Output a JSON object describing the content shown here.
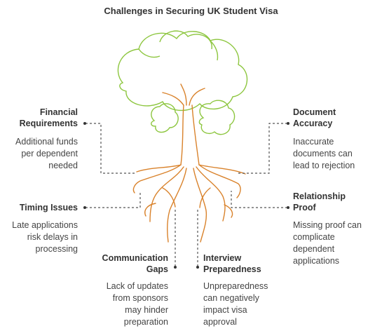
{
  "title": "Challenges in Securing UK Student Visa",
  "colors": {
    "canopy": "#8dc63f",
    "trunk": "#d9822b",
    "connector": "#555555",
    "text": "#333333"
  },
  "items": {
    "financial": {
      "heading": "Financial\nRequirements",
      "text": "Additional funds\nper dependent\nneeded"
    },
    "document": {
      "heading": "Document\nAccuracy",
      "text": "Inaccurate\ndocuments can\nlead to rejection"
    },
    "timing": {
      "heading": "Timing Issues",
      "text": "Late applications\nrisk delays in\nprocessing"
    },
    "relationship": {
      "heading": "Relationship\nProof",
      "text": "Missing proof can\ncomplicate\ndependent\napplications"
    },
    "communication": {
      "heading": "Communication\nGaps",
      "text": "Lack of updates\nfrom sponsors\nmay hinder\npreparation"
    },
    "interview": {
      "heading": "Interview\nPreparedness",
      "text": "Unpreparedness\ncan negatively\nimpact visa\napproval"
    }
  }
}
